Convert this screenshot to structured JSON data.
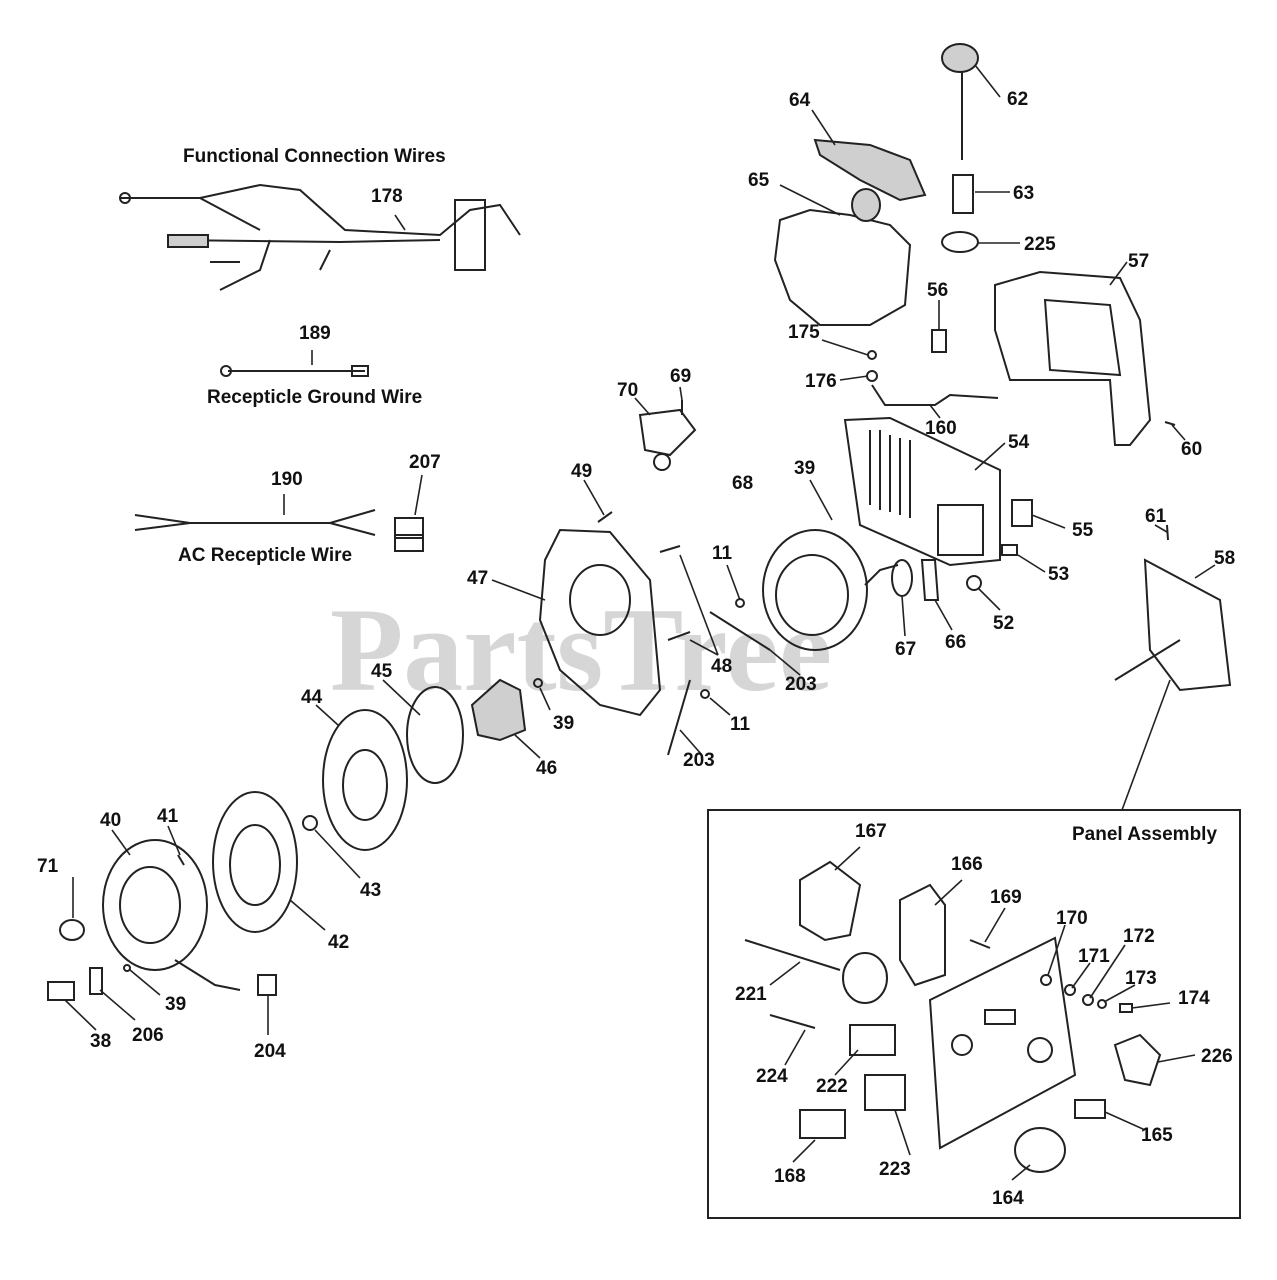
{
  "watermark": "PartsTree",
  "captions": {
    "functional_wires": "Functional Connection Wires",
    "ground_wire": "Recepticle Ground Wire",
    "ac_wire": "AC Recepticle Wire",
    "panel_assembly": "Panel Assembly"
  },
  "part_numbers": [
    "62",
    "64",
    "65",
    "63",
    "225",
    "57",
    "56",
    "175",
    "176",
    "160",
    "54",
    "60",
    "70",
    "69",
    "49",
    "39",
    "68",
    "55",
    "11",
    "53",
    "47",
    "58",
    "61",
    "52",
    "66",
    "67",
    "48",
    "203",
    "45",
    "44",
    "39",
    "46",
    "11",
    "203",
    "40",
    "41",
    "71",
    "43",
    "42",
    "39",
    "38",
    "206",
    "204",
    "178",
    "189",
    "190",
    "207",
    "167",
    "166",
    "169",
    "170",
    "171",
    "172",
    "173",
    "174",
    "221",
    "224",
    "222",
    "226",
    "223",
    "165",
    "168",
    "164"
  ]
}
